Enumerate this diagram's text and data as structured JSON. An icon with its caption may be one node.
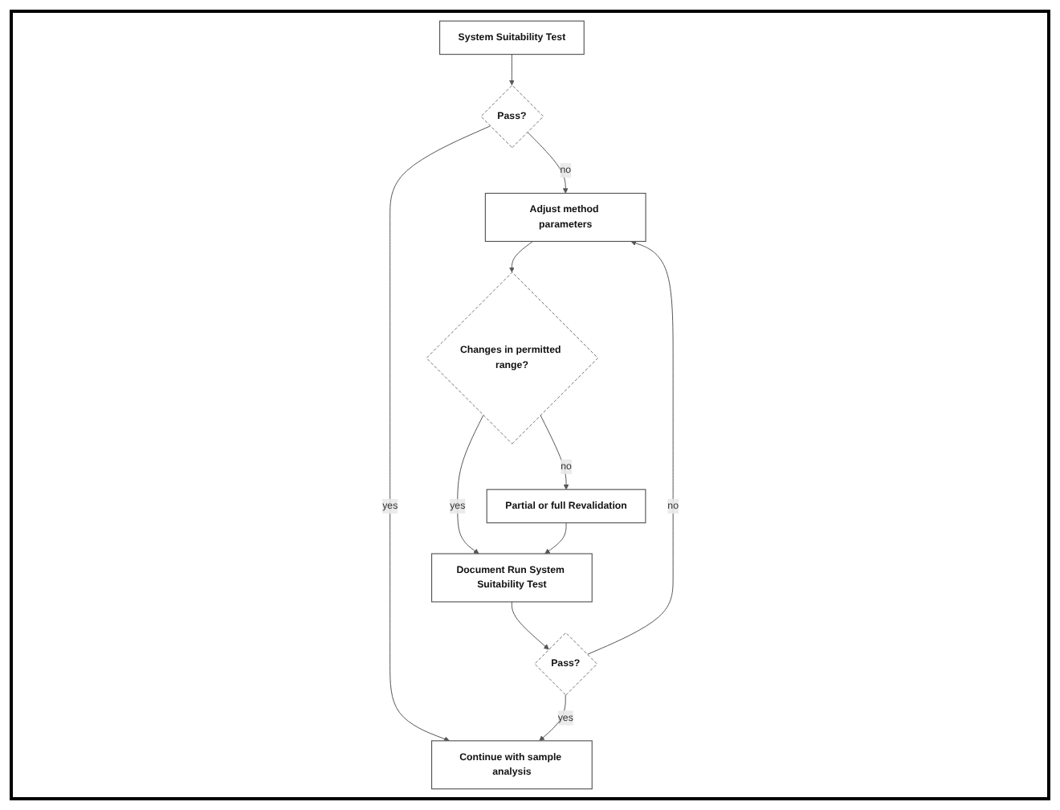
{
  "diagram": {
    "nodes": [
      {
        "text": [
          "System Suitability Test"
        ]
      },
      {
        "text": [
          "Pass?"
        ]
      },
      {
        "text": [
          "Continue with sample analysis"
        ]
      },
      {
        "text": [
          "Adjust method parameters"
        ]
      },
      {
        "text": [
          "Pass?"
        ]
      },
      {
        "text": [
          "Changes in permitted range?"
        ]
      },
      {
        "text": [
          "Document Run System Suitability Test"
        ]
      },
      {
        "text": [
          "Partial or full Revalidation"
        ]
      }
    ],
    "edges": [
      {
        "from": 0,
        "to": 1,
        "arrow": "to"
      },
      {
        "from": 1,
        "to": 2,
        "label": "yes",
        "arrow": "to"
      },
      {
        "from": 1,
        "to": 3,
        "label": "no",
        "arrow": "to"
      },
      {
        "from": 4,
        "to": 3,
        "label": "no",
        "arrow": "to"
      },
      {
        "from": 4,
        "to": 2,
        "label": "yes",
        "arrow": "to"
      },
      {
        "from": 6,
        "to": 4,
        "arrow": "to"
      },
      {
        "from": 3,
        "to": 5,
        "arrow": "to"
      },
      {
        "from": 5,
        "to": 6,
        "label": "yes",
        "arrow": "to"
      },
      {
        "from": 5,
        "to": 7,
        "label": "no",
        "arrow": "to"
      },
      {
        "from": 7,
        "to": 6,
        "arrow": "to"
      }
    ]
  }
}
